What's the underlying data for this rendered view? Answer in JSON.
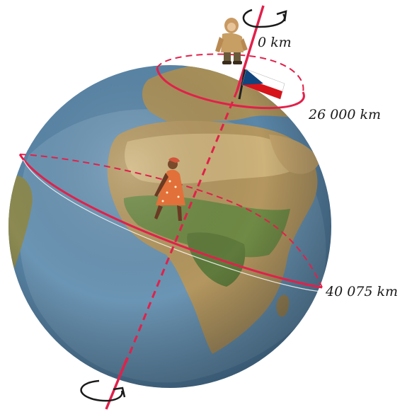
{
  "labels": {
    "pole": "0 km",
    "latitude": "26 000 km",
    "equator": "40 075 km"
  },
  "colors": {
    "axis": "#e2204a",
    "ocean": "#5a86a8",
    "land": "#b49760",
    "vegetation": "#6f8a45",
    "label_text": "#1a1a1a",
    "flag_white": "#ffffff",
    "flag_red": "#d7141a",
    "flag_blue": "#11457e"
  },
  "figures": {
    "top": "person-in-winter-coat",
    "equator": "person-in-dotted-dress"
  },
  "icons": [
    "rotation-arrow-icon",
    "czech-flag-icon"
  ]
}
